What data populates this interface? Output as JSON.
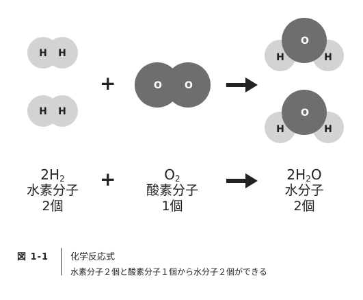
{
  "molecules": {
    "h2_atom": "H",
    "o2_atom": "O",
    "water_o": "O",
    "water_h": "H"
  },
  "operators": {
    "plus": "+"
  },
  "labels": {
    "hydrogen": {
      "coef": "2",
      "element": "H",
      "sub": "2",
      "name": "水素分子",
      "count": "2個"
    },
    "oxygen": {
      "element": "O",
      "sub": "2",
      "name": "酸素分子",
      "count": "1個"
    },
    "water": {
      "coef": "2",
      "element1": "H",
      "sub": "2",
      "element2": "O",
      "name": "水分子",
      "count": "2個"
    }
  },
  "caption": {
    "figure_number": "図 1-1",
    "title": "化学反応式",
    "description": "水素分子２個と酸素分子１個から水分子２個ができる"
  },
  "colors": {
    "hydrogen_fill": "#d3d3d3",
    "oxygen_fill": "#6e6e6e",
    "arrow": "#222222",
    "text": "#222222"
  }
}
